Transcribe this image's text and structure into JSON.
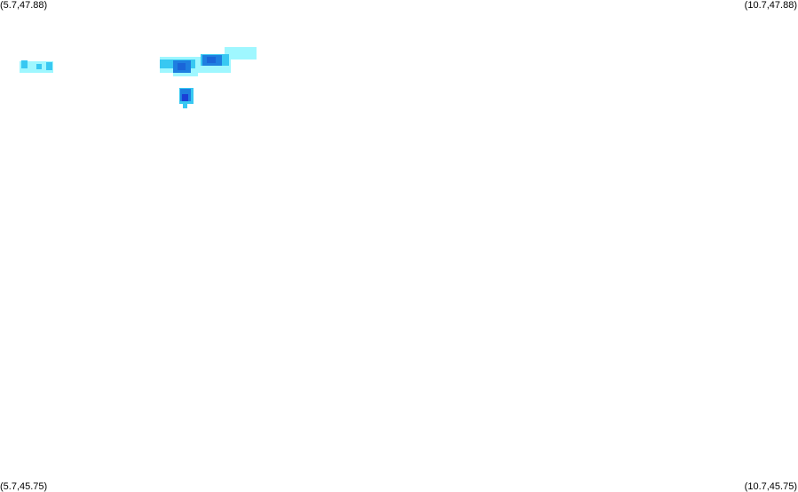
{
  "corners": {
    "top_left": "(5.7,47.88)",
    "top_right": "(10.7,47.88)",
    "bottom_left": "(5.7,45.75)",
    "bottom_right": "(10.7,45.75)"
  },
  "colors": {
    "background": "#ffffff",
    "level_low": "#9ff7ff",
    "level_mid": "#38c8f2",
    "level_high": "#1e7fe0",
    "level_max": "#1a3fd6"
  }
}
